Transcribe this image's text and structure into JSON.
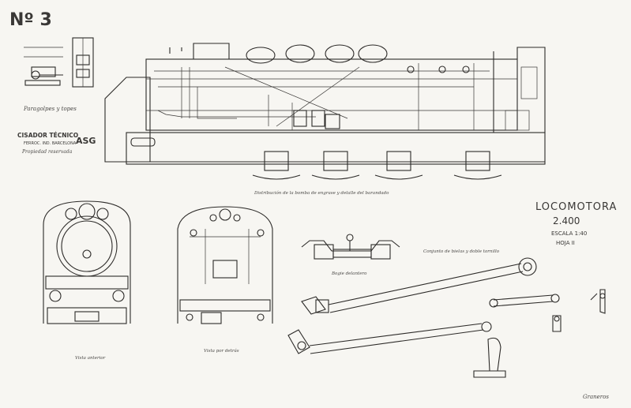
{
  "sheet": {
    "sheet_number": "Nº 3",
    "title": "LOCOMOTORA",
    "model_number": "2.400",
    "scale": "ESCALA 1:40",
    "page": "HOJA II"
  },
  "stamp": {
    "line1": "CISADOR TÉCNICO",
    "line2": "FERROC. IND. BARCELONA",
    "line3": "Propiedad reservada",
    "logo": "ASG"
  },
  "captions": {
    "buffers": "Paragolpes y topes",
    "main_view": "Distribución de la bomba de engrase y detalle del barandado",
    "front_view": "Vista anterior",
    "rear_view": "Vista por detrás",
    "bogie": "Bogie delantero",
    "rods": "Conjunto de bielas y doble tornillo"
  },
  "signature": "Graneros",
  "colors": {
    "paper": "#f7f6f2",
    "ink": "#2c2a28"
  }
}
